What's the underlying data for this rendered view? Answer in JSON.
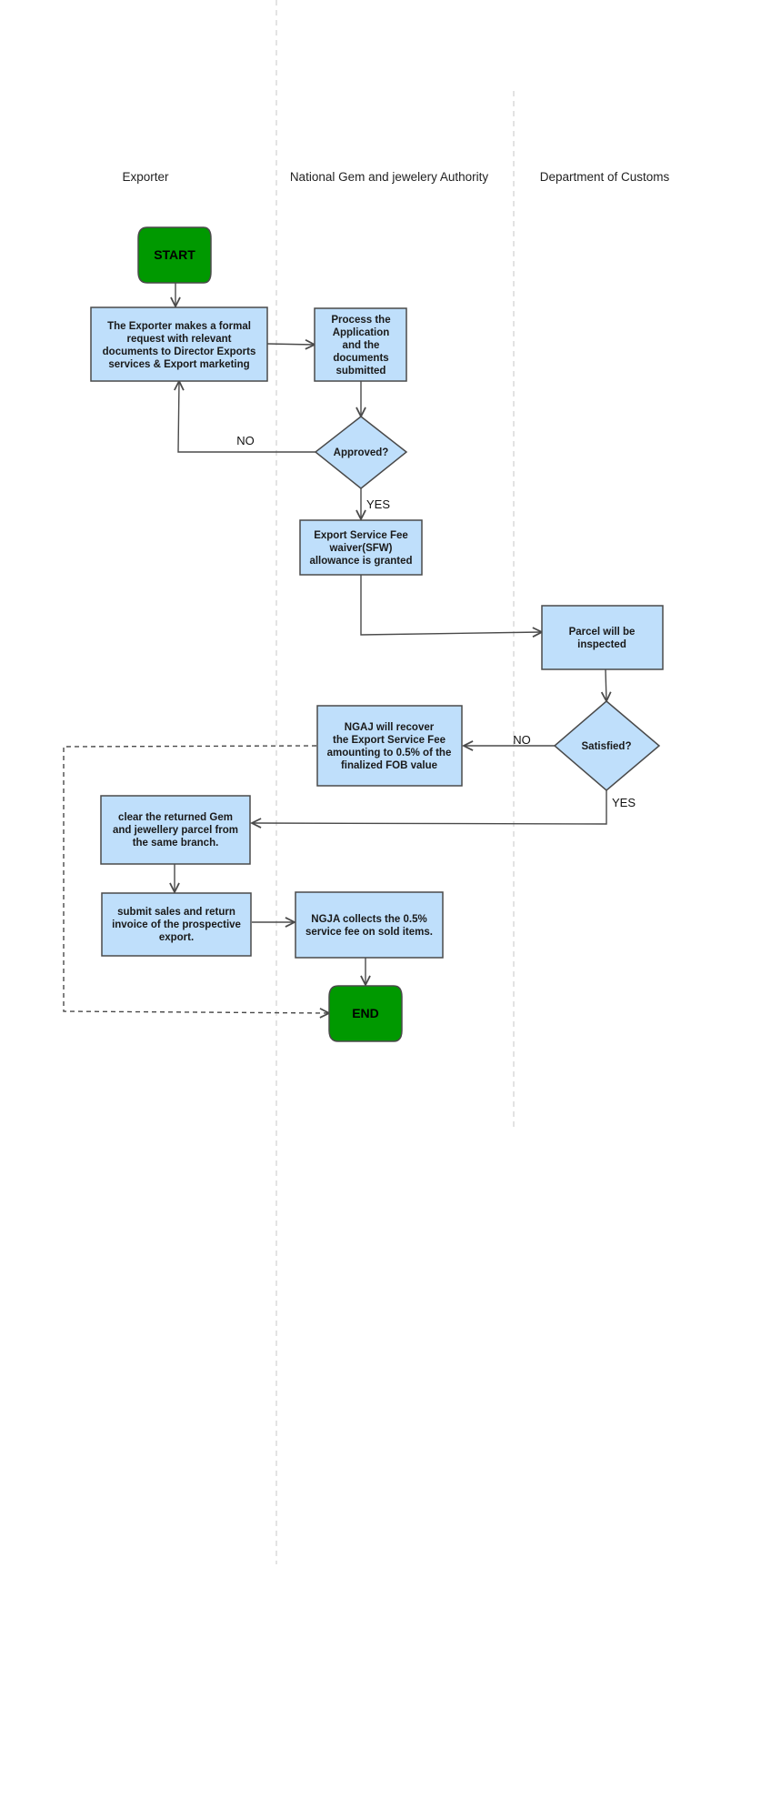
{
  "lanes": [
    {
      "id": "exporter",
      "title": "Exporter"
    },
    {
      "id": "ngja",
      "title": "National Gem and jewelery Authority"
    },
    {
      "id": "customs",
      "title": "Department of Customs"
    }
  ],
  "colors": {
    "node_fill": "#bfdffb",
    "node_stroke": "#4a4a4a",
    "terminal_fill": "#009900",
    "edge": "#4a4a4a"
  },
  "nodes": {
    "start": {
      "text": [
        "START"
      ]
    },
    "request": {
      "text": [
        "The Exporter makes a formal",
        "request with relevant",
        "documents to Director Exports",
        "services & Export marketing"
      ]
    },
    "process": {
      "text": [
        "Process the",
        "Application",
        "and the",
        "documents",
        "submitted"
      ]
    },
    "approved": {
      "text": [
        "Approved?"
      ]
    },
    "waiver": {
      "text": [
        "Export Service Fee",
        "waiver(SFW)",
        "allowance is granted"
      ]
    },
    "inspect": {
      "text": [
        "Parcel will be",
        "inspected"
      ]
    },
    "satisfied": {
      "text": [
        "Satisfied?"
      ]
    },
    "recover": {
      "text": [
        "NGAJ will recover",
        "the Export Service Fee",
        "amounting to 0.5% of the",
        "finalized FOB value"
      ]
    },
    "clear": {
      "text": [
        "clear the returned Gem",
        "and jewellery parcel from",
        "the same branch."
      ]
    },
    "submit": {
      "text": [
        "submit sales and return",
        "invoice of the prospective",
        "export."
      ]
    },
    "collect": {
      "text": [
        "NGJA collects the 0.5%",
        "service fee on sold items."
      ]
    },
    "end": {
      "text": [
        "END"
      ]
    }
  },
  "edge_labels": {
    "approved_no": "NO",
    "approved_yes": "YES",
    "satisfied_no": "NO",
    "satisfied_yes": "YES"
  }
}
